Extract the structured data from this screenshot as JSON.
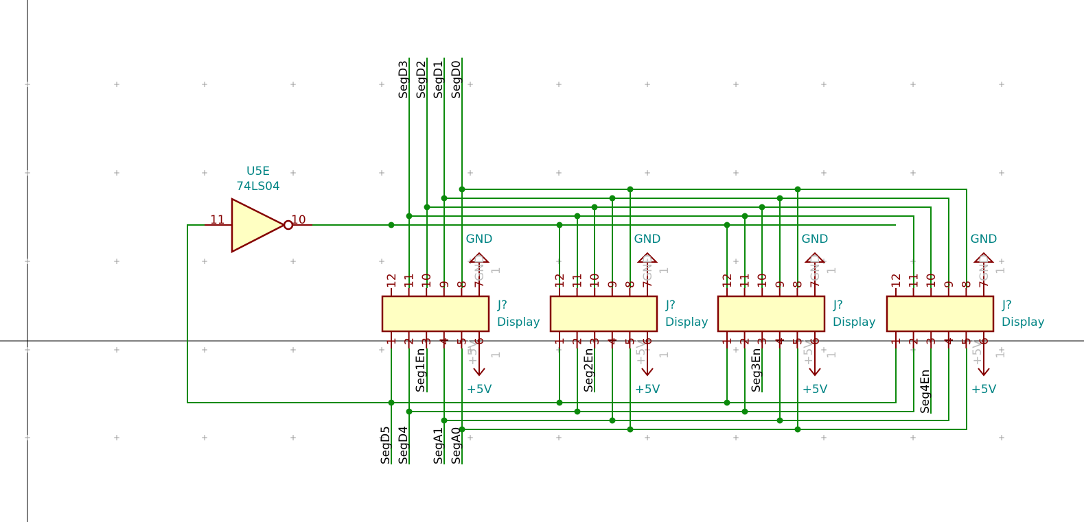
{
  "inverter": {
    "ref": "U5E",
    "value": "74LS04",
    "pin_in": "11",
    "pin_out": "10"
  },
  "connectors": [
    {
      "ref": "J?",
      "value": "Display",
      "top_pins": [
        "12",
        "11",
        "10",
        "9",
        "8",
        "7"
      ],
      "bottom_pins": [
        "1",
        "2",
        "3",
        "4",
        "5",
        "6"
      ],
      "enable_net": "Seg1En"
    },
    {
      "ref": "J?",
      "value": "Display",
      "top_pins": [
        "12",
        "11",
        "10",
        "9",
        "8",
        "7"
      ],
      "bottom_pins": [
        "1",
        "2",
        "3",
        "4",
        "5",
        "6"
      ],
      "enable_net": "Seg2En"
    },
    {
      "ref": "J?",
      "value": "Display",
      "top_pins": [
        "12",
        "11",
        "10",
        "9",
        "8",
        "7"
      ],
      "bottom_pins": [
        "1",
        "2",
        "3",
        "4",
        "5",
        "6"
      ],
      "enable_net": "Seg3En"
    },
    {
      "ref": "J?",
      "value": "Display",
      "top_pins": [
        "12",
        "11",
        "10",
        "9",
        "8",
        "7"
      ],
      "bottom_pins": [
        "1",
        "2",
        "3",
        "4",
        "5",
        "6"
      ],
      "enable_net": "Seg4En"
    }
  ],
  "power": {
    "gnd_label": "GND",
    "vcc_label": "+5V",
    "gnd_ghost": "GND",
    "vcc_ghost": "+5V",
    "ghost_pin": "1"
  },
  "top_nets": [
    "SegD3",
    "SegD2",
    "SegD1",
    "SegD0"
  ],
  "bottom_nets": [
    "SegD5",
    "SegD4",
    "SegA1",
    "SegA0"
  ],
  "colors": {
    "wire": "#0b8a0b",
    "symbol_outline": "#840000",
    "symbol_fill": "#ffffc2",
    "reference_text": "#008484",
    "net_label_text": "#000000",
    "background": "#ffffff"
  }
}
